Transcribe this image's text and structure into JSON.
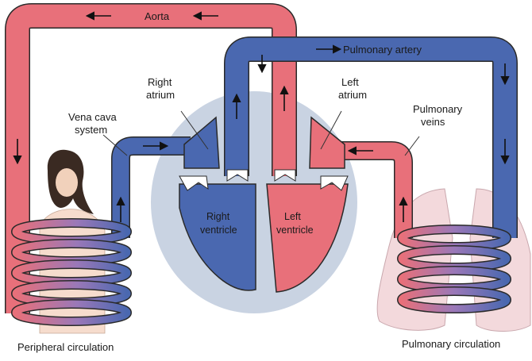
{
  "labels": {
    "aorta": "Aorta",
    "pulmonary_artery": "Pulmonary artery",
    "right_atrium_1": "Right",
    "right_atrium_2": "atrium",
    "left_atrium_1": "Left",
    "left_atrium_2": "atrium",
    "vena_cava_1": "Vena cava",
    "vena_cava_2": "system",
    "pulmonary_veins_1": "Pulmonary",
    "pulmonary_veins_2": "veins",
    "right_ventricle_1": "Right",
    "right_ventricle_2": "ventricle",
    "left_ventricle_1": "Left",
    "left_ventricle_2": "ventricle",
    "peripheral_circulation": "Peripheral circulation",
    "pulmonary_circulation": "Pulmonary circulation"
  },
  "colors": {
    "oxygenated": "#e8707a",
    "deoxygenated": "#4a68b0",
    "heart_background": "#c9d3e2",
    "lung_tissue": "#f3d9dc",
    "vessel_outline": "#2a2a2a",
    "arrow": "#111111"
  }
}
